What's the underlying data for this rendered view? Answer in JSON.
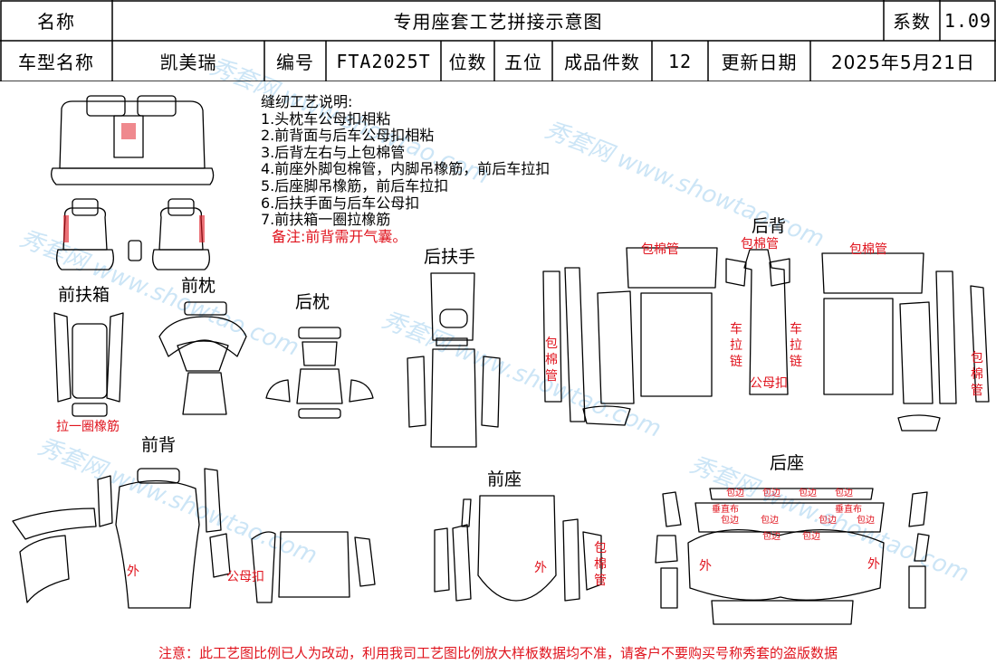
{
  "colors": {
    "line": "#000000",
    "annotation": "#e0141e",
    "watermark": "#6fb7e6"
  },
  "header": {
    "name_label": "名称",
    "title": "专用座套工艺拼接示意图",
    "coef_label": "系数",
    "coef_value": "1.09",
    "model_label": "车型名称",
    "model_value": "凯美瑞",
    "code_label": "编号",
    "code_value": "FTA2025T",
    "seats_label": "位数",
    "seats_value": "五位",
    "pieces_label": "成品件数",
    "pieces_value": "12",
    "updated_label": "更新日期",
    "updated_value": "2025年5月21日"
  },
  "notes": {
    "title": "缝纫工艺说明:",
    "items": [
      "1.头枕车公母扣相粘",
      "2.前背面与后车公母扣相粘",
      "3.后背左右与上包棉管",
      "4.前座外脚包棉管，内脚吊橡筋，前后车拉扣",
      "5.后座脚吊橡筋，前后车拉扣",
      "6.后扶手面与后车公母扣",
      "7.前扶箱一圈拉橡筋"
    ],
    "remark": "备注:前背需开气囊。"
  },
  "sections": {
    "front_armbox": "前扶箱",
    "front_headrest": "前枕",
    "rear_headrest": "后枕",
    "rear_armrest": "后扶手",
    "rear_back": "后背",
    "front_back": "前背",
    "front_seat": "前座",
    "rear_seat": "后座"
  },
  "annotations": {
    "pull_elastic": "拉一圈橡筋",
    "cotton_tube": "包棉管",
    "cotton_tube_v": [
      "包",
      "棉",
      "管"
    ],
    "zipper_v": [
      "车",
      "拉",
      "链"
    ],
    "snap": "公母扣",
    "outer": "外",
    "edge": "包边",
    "tab": "垂直布"
  },
  "watermark": "秀套网 www.showtao.com",
  "footer": "注意：此工艺图比例已人为改动，利用我司工艺图比例放大样板数据均不准，请客户不要购买号称秀套的盗版数据"
}
